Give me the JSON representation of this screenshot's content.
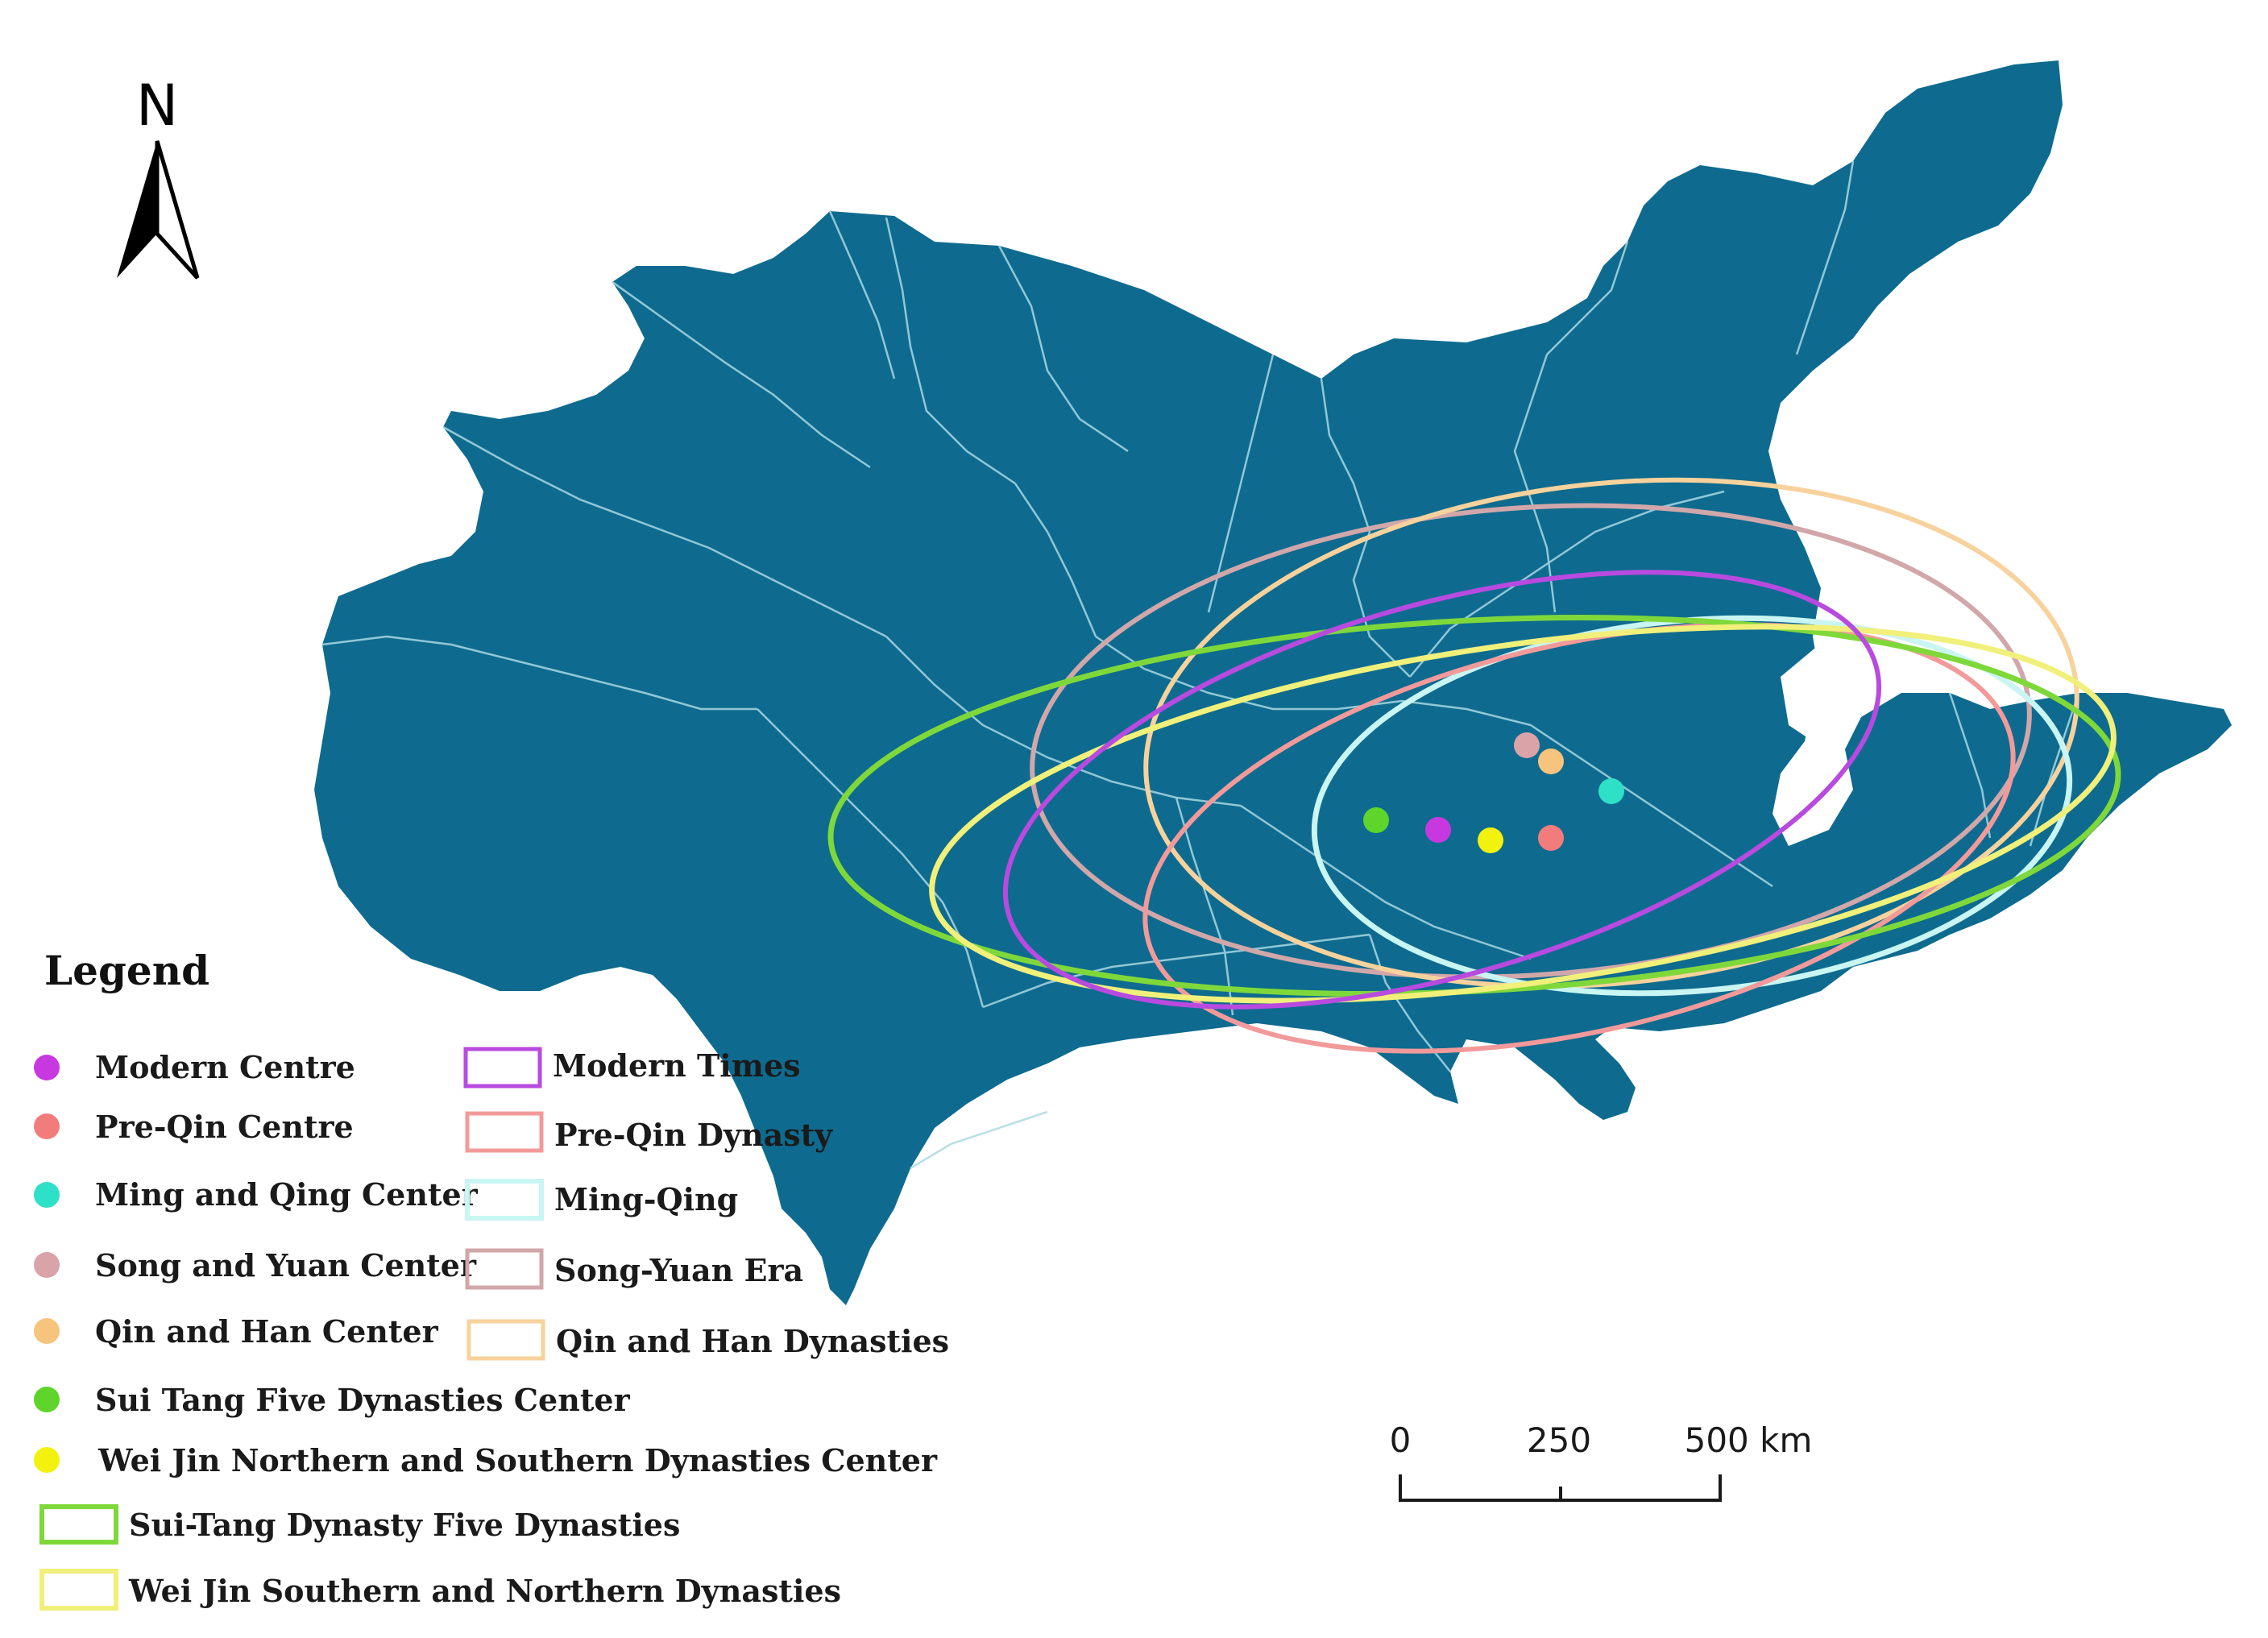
{
  "map": {
    "north_arrow_label": "N",
    "land_color": "#0e6b8f",
    "boundary_color": "#a9d8e3",
    "legend_title": "Legend",
    "scale_bar": {
      "tick_labels": [
        "0",
        "250",
        "500 km"
      ]
    },
    "centers": [
      {
        "id": "modern",
        "label": "Modern Centre",
        "color": "#c838e0"
      },
      {
        "id": "preqin",
        "label": "Pre-Qin Centre",
        "color": "#f27c7c"
      },
      {
        "id": "mingqing",
        "label": "Ming and Qing Center",
        "color": "#2ee0c8"
      },
      {
        "id": "songyuan",
        "label": "Song and Yuan Center",
        "color": "#d9a3a8"
      },
      {
        "id": "qinhan",
        "label": "Qin and Han Center",
        "color": "#f7c47e"
      },
      {
        "id": "suitang",
        "label": "Sui Tang Five Dynasties Center",
        "color": "#5fd42a"
      },
      {
        "id": "weijin",
        "label": "Wei Jin Northern and Southern Dynasties Center",
        "color": "#f2f20e"
      }
    ],
    "ellipses": [
      {
        "id": "modern",
        "label": "Modern Times",
        "color": "#b84ae0"
      },
      {
        "id": "preqin",
        "label": "Pre-Qin Dynasty",
        "color": "#f29a9a"
      },
      {
        "id": "mingqing",
        "label": "Ming-Qing",
        "color": "#c9f5f2"
      },
      {
        "id": "songyuan",
        "label": "Song-Yuan Era",
        "color": "#d1a7aa"
      },
      {
        "id": "qinhan",
        "label": "Qin and Han Dynasties",
        "color": "#f7d29c"
      },
      {
        "id": "suitang",
        "label": "Sui-Tang Dynasty Five Dynasties",
        "color": "#7fd83a"
      },
      {
        "id": "weijin",
        "label": "Wei Jin Southern and Northern Dynasties",
        "color": "#f0f07a"
      }
    ]
  }
}
